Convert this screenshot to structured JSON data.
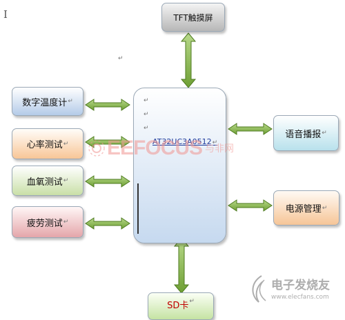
{
  "diagram": {
    "tft_label": "TFT触摸屏",
    "mcu_label": "AT32UC3A0512",
    "left_modules": [
      "数字温度计",
      "心率测试",
      "血氧测试",
      "疲劳测试"
    ],
    "voice_label": "语音播报",
    "power_label": "电源管理",
    "sd_label": "SD卡",
    "paragraph_mark": "↵",
    "cursor_glyph": "I"
  },
  "watermark": {
    "brand": "EEFOCUS",
    "brand_cn": "与非网",
    "corner_cn": "电子发烧友",
    "corner_url": "www.elecfans.com"
  },
  "colors": {
    "arrow": "#7fae3f",
    "arrow_dark": "#4d7a1f",
    "mcu_text": "#1f3b9c",
    "sd_text": "#c00000"
  }
}
